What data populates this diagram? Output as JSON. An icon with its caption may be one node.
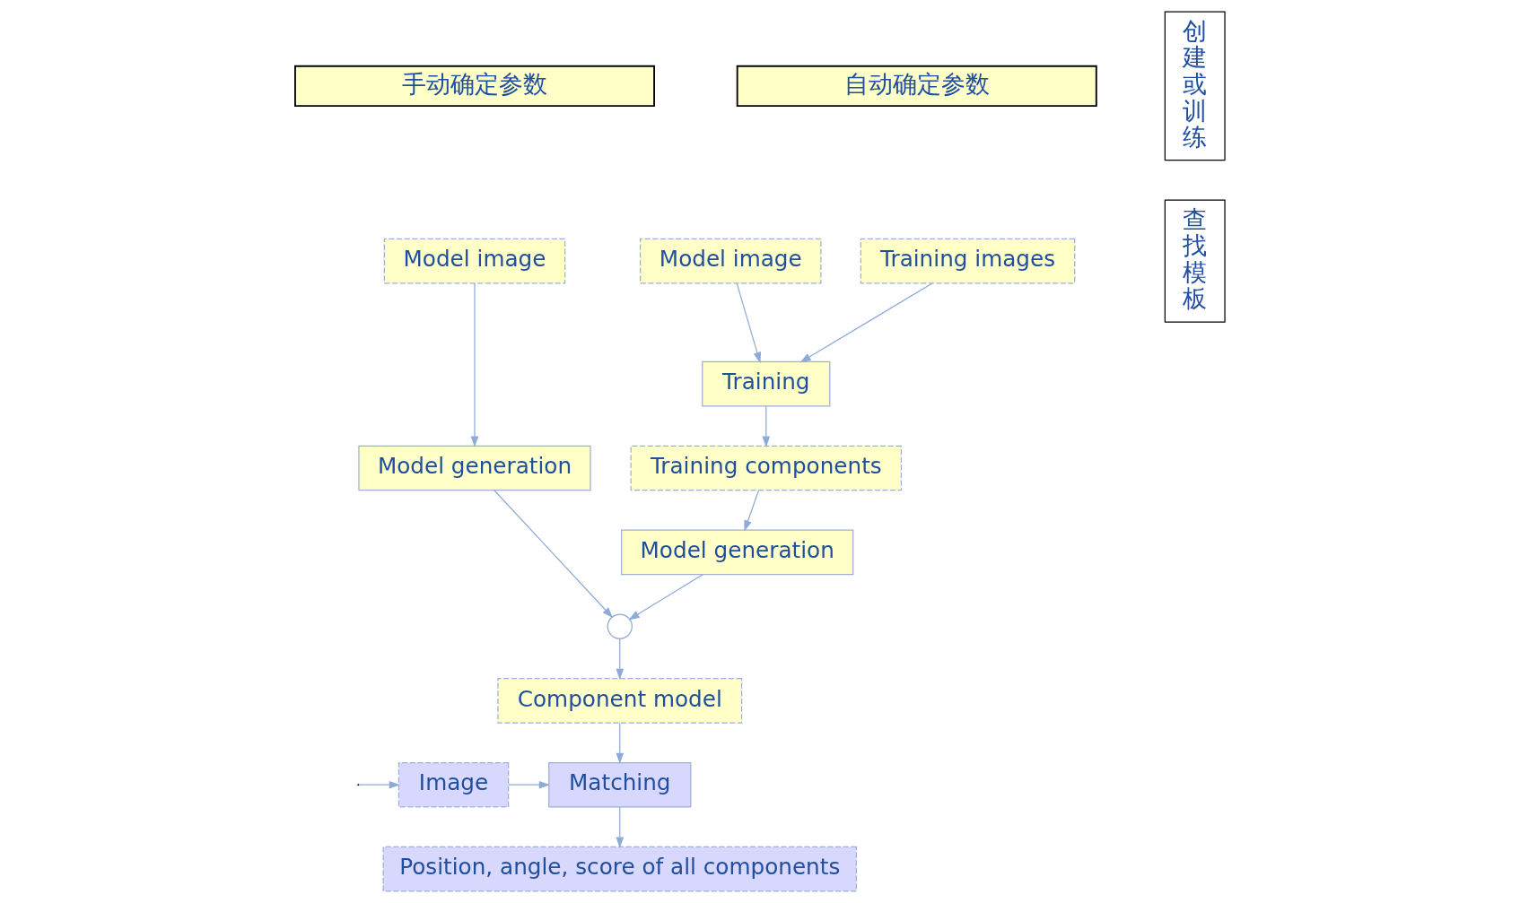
{
  "diagram": {
    "nodes": [
      {
        "text": [
          "手动确定参数"
        ]
      },
      {
        "text": [
          "自动确定参数"
        ]
      },
      {
        "text": [
          "创建或训练"
        ]
      },
      {
        "text": [
          "查找模板"
        ]
      },
      {
        "text": [
          "Model image"
        ]
      },
      {
        "text": [
          "Model generation"
        ]
      },
      {
        "text": [
          "Model image"
        ]
      },
      {
        "text": [
          "Training images"
        ]
      },
      {
        "text": [
          "Training"
        ]
      },
      {
        "text": [
          "Training components"
        ]
      },
      {
        "text": [
          "Model generation"
        ]
      },
      {
        "text": [],
        "shape": "circle"
      },
      {
        "text": [
          "Component model"
        ]
      },
      {
        "text": [
          "Image"
        ]
      },
      {
        "text": [
          "Matching"
        ]
      },
      {
        "text": [
          "Position, angle, score of all components"
        ]
      }
    ],
    "edges": [
      {
        "from": 4,
        "to": 5,
        "arrow": "to"
      },
      {
        "from": 6,
        "to": 8,
        "arrow": "to"
      },
      {
        "from": 7,
        "to": 8,
        "arrow": "to"
      },
      {
        "from": 8,
        "to": 9,
        "arrow": "to"
      },
      {
        "from": 9,
        "to": 10,
        "arrow": "to"
      },
      {
        "from": 5,
        "to": 11,
        "arrow": "to"
      },
      {
        "from": 10,
        "to": 11,
        "arrow": "to"
      },
      {
        "from": 11,
        "to": 12,
        "arrow": "to"
      },
      {
        "from": 12,
        "to": 14,
        "arrow": "to"
      },
      {
        "from": null,
        "to": 13,
        "arrow": "to"
      },
      {
        "from": 13,
        "to": 14,
        "arrow": "to"
      },
      {
        "from": 14,
        "to": 15,
        "arrow": "to"
      }
    ]
  }
}
